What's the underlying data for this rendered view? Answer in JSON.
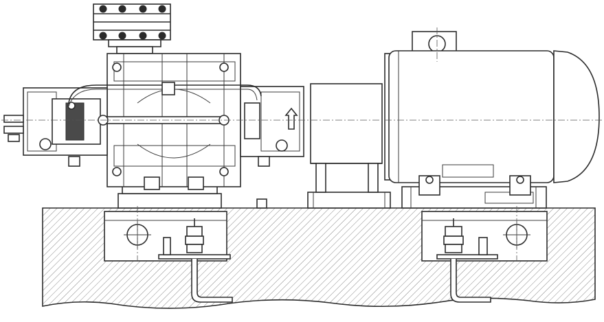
{
  "diagram": {
    "components": [
      {
        "id": "foundation",
        "label": ""
      },
      {
        "id": "multistage-pump",
        "label": ""
      },
      {
        "id": "coupling-guard",
        "label": ""
      },
      {
        "id": "electric-motor",
        "label": ""
      },
      {
        "id": "anchor-bolts",
        "label": ""
      }
    ]
  },
  "colors": {
    "line": "#2b2b2b",
    "hatch": "#6a6a6a",
    "background": "#ffffff"
  }
}
